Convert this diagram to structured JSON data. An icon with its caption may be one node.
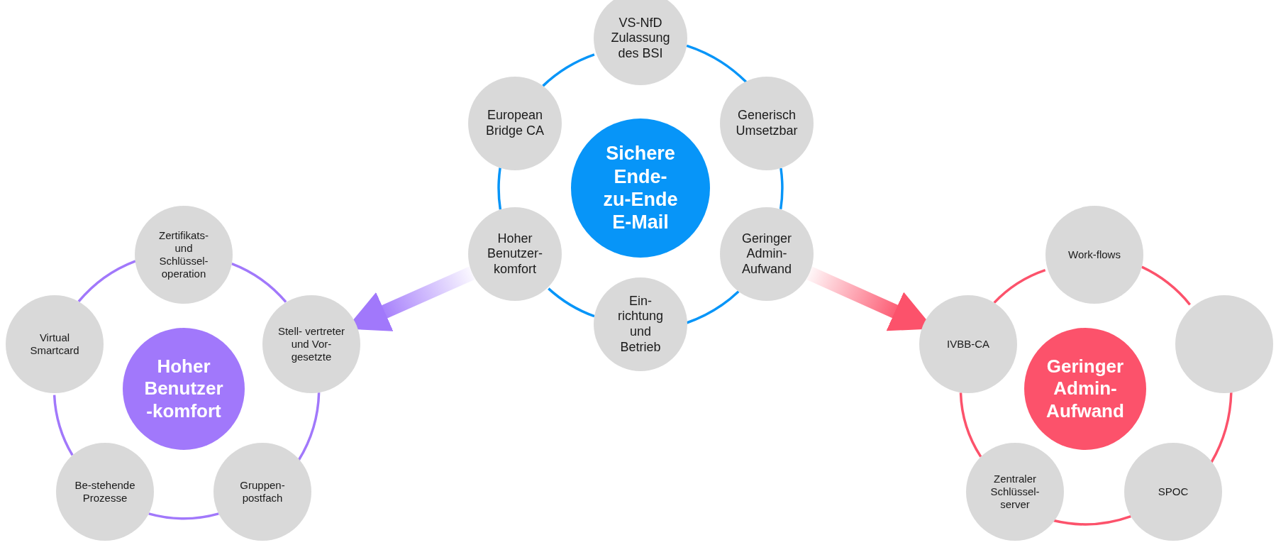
{
  "diagram": {
    "nodes": [
      {
        "text": [
          "Sichere Ende- zu-Ende E-Mail"
        ]
      },
      {
        "text": [
          "VS-NfD Zulassung des BSI"
        ]
      },
      {
        "text": [
          "Generisch Umsetzbar"
        ]
      },
      {
        "text": [
          "Geringer Admin- Aufwand"
        ]
      },
      {
        "text": [
          "Ein- richtung und Betrieb"
        ]
      },
      {
        "text": [
          "Hoher Benutzer- komfort"
        ]
      },
      {
        "text": [
          "European Bridge CA"
        ]
      },
      {
        "text": [
          "Hoher Benutzer -komfort"
        ]
      },
      {
        "text": [
          "Zertifikats- und Schlüssel- operation"
        ]
      },
      {
        "text": [
          "Stell- vertreter und Vor-gesetzte"
        ]
      },
      {
        "text": [
          "Gruppen- postfach"
        ]
      },
      {
        "text": [
          "Be-stehende Prozesse"
        ]
      },
      {
        "text": [
          "Virtual Smartcard"
        ]
      },
      {
        "text": [
          "Geringer Admin- Aufwand"
        ]
      },
      {
        "text": [
          "Work-flows"
        ]
      },
      {
        "text": [],
        "shape": "circle"
      },
      {
        "text": [
          "SPOC"
        ]
      },
      {
        "text": [
          "Zentraler Schlüssel- server"
        ]
      },
      {
        "text": [
          "IVBB-CA"
        ]
      }
    ],
    "edges": [
      {
        "from": 1,
        "to": 2,
        "arrow": "none",
        "color": "#0795f8"
      },
      {
        "from": 2,
        "to": 3,
        "arrow": "none",
        "color": "#0795f8"
      },
      {
        "from": 3,
        "to": 4,
        "arrow": "none",
        "color": "#0795f8"
      },
      {
        "from": 4,
        "to": 5,
        "arrow": "none",
        "color": "#0795f8"
      },
      {
        "from": 5,
        "to": 6,
        "arrow": "none",
        "color": "#0795f8"
      },
      {
        "from": 6,
        "to": 1,
        "arrow": "none",
        "color": "#0795f8"
      },
      {
        "from": 5,
        "to": 9,
        "arrow": "to",
        "style": "thick",
        "color": "#a178fb"
      },
      {
        "from": 3,
        "to": 18,
        "arrow": "to",
        "style": "thick",
        "color": "#fc526b"
      },
      {
        "from": 8,
        "to": 9,
        "arrow": "none",
        "color": "#a178fb"
      },
      {
        "from": 9,
        "to": 10,
        "arrow": "none",
        "color": "#a178fb"
      },
      {
        "from": 10,
        "to": 11,
        "arrow": "none",
        "color": "#a178fb"
      },
      {
        "from": 11,
        "to": 12,
        "arrow": "none",
        "color": "#a178fb"
      },
      {
        "from": 12,
        "to": 8,
        "arrow": "none",
        "color": "#a178fb"
      },
      {
        "from": 14,
        "to": 15,
        "arrow": "none",
        "color": "#fc526b"
      },
      {
        "from": 15,
        "to": 16,
        "arrow": "none",
        "color": "#fc526b"
      },
      {
        "from": 16,
        "to": 17,
        "arrow": "none",
        "color": "#fc526b"
      },
      {
        "from": 17,
        "to": 18,
        "arrow": "none",
        "color": "#fc526b"
      },
      {
        "from": 18,
        "to": 14,
        "arrow": "none",
        "color": "#fc526b"
      }
    ]
  }
}
